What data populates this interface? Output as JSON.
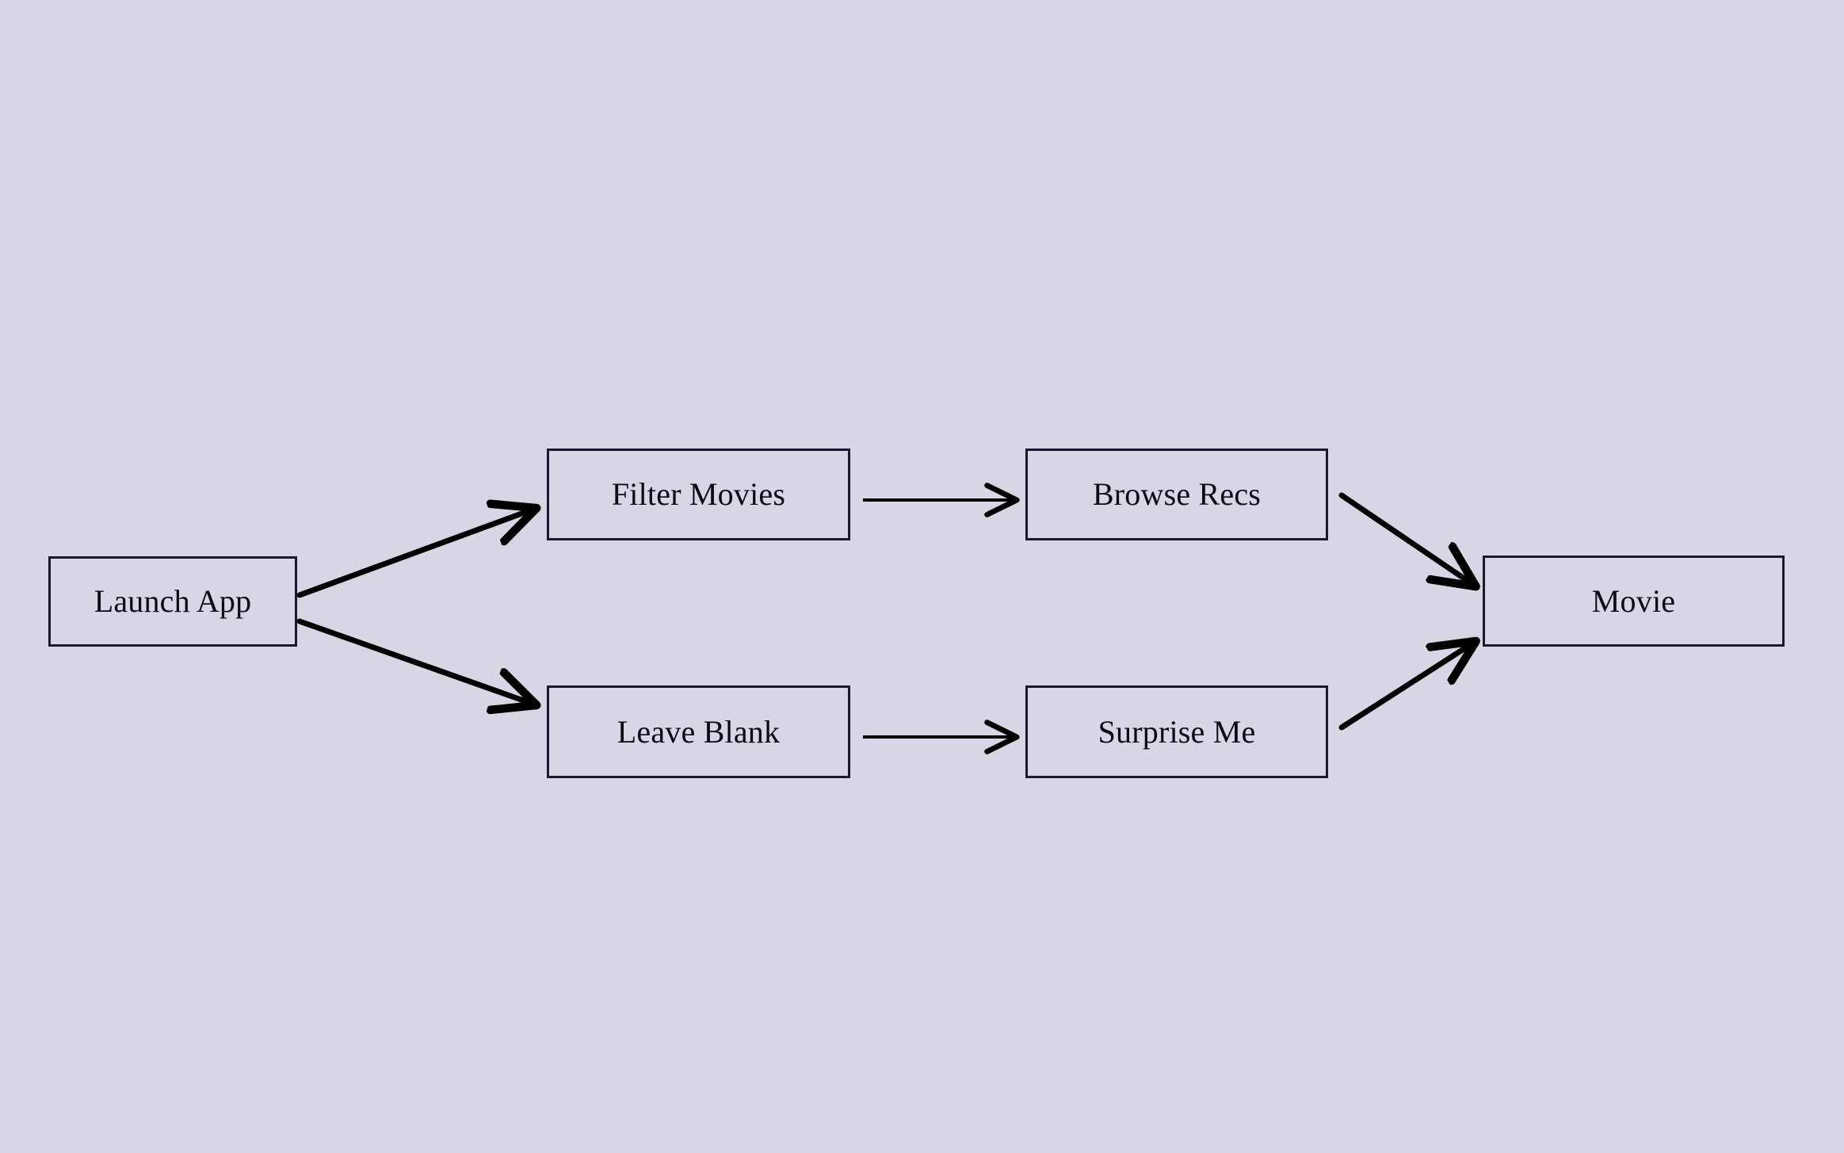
{
  "diagram": {
    "type": "flowchart",
    "orientation": "left-to-right",
    "background_color": "#d8d6e4",
    "node_fill_color": "#d8d6e4",
    "node_border_color": "#181830",
    "edge_color": "#000000",
    "nodes": [
      {
        "id": "launch-app",
        "label": "Launch App"
      },
      {
        "id": "filter-movies",
        "label": "Filter Movies"
      },
      {
        "id": "browse-recs",
        "label": "Browse Recs"
      },
      {
        "id": "leave-blank",
        "label": "Leave Blank"
      },
      {
        "id": "surprise-me",
        "label": "Surprise Me"
      },
      {
        "id": "movie",
        "label": "Movie"
      }
    ],
    "edges": [
      {
        "id": "edge-launch-to-filter",
        "from": "launch-app",
        "to": "filter-movies",
        "label": ""
      },
      {
        "id": "edge-launch-to-blank",
        "from": "launch-app",
        "to": "leave-blank",
        "label": ""
      },
      {
        "id": "edge-filter-to-browse",
        "from": "filter-movies",
        "to": "browse-recs",
        "label": ""
      },
      {
        "id": "edge-blank-to-surprise",
        "from": "leave-blank",
        "to": "surprise-me",
        "label": ""
      },
      {
        "id": "edge-browse-to-movie",
        "from": "browse-recs",
        "to": "movie",
        "label": ""
      },
      {
        "id": "edge-surprise-to-movie",
        "from": "surprise-me",
        "to": "movie",
        "label": ""
      }
    ]
  }
}
